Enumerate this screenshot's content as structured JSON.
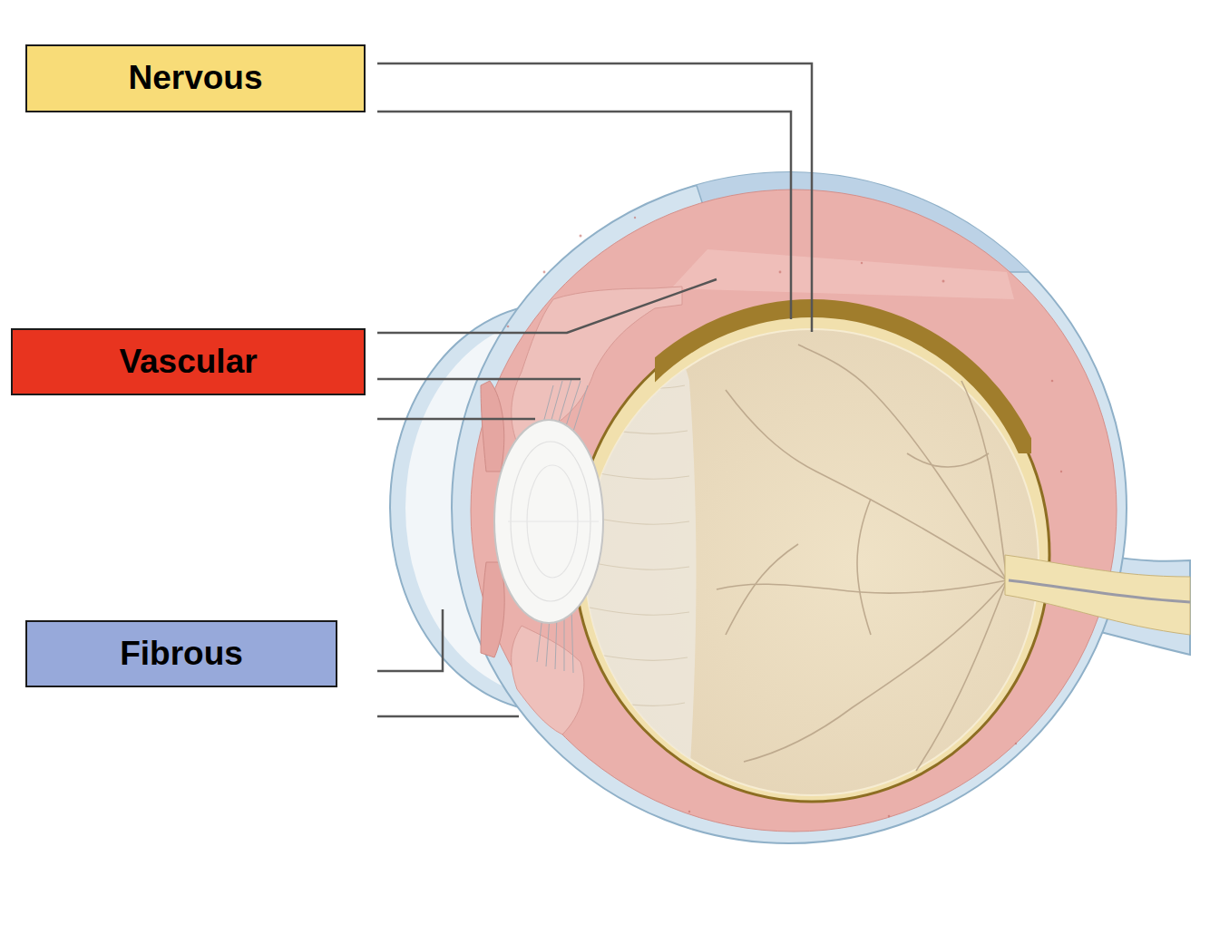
{
  "diagram": {
    "nodes": [
      {
        "text": [
          "Nervous"
        ]
      },
      {
        "text": [
          "Vascular"
        ]
      },
      {
        "text": [
          "Fibrous"
        ]
      }
    ]
  }
}
